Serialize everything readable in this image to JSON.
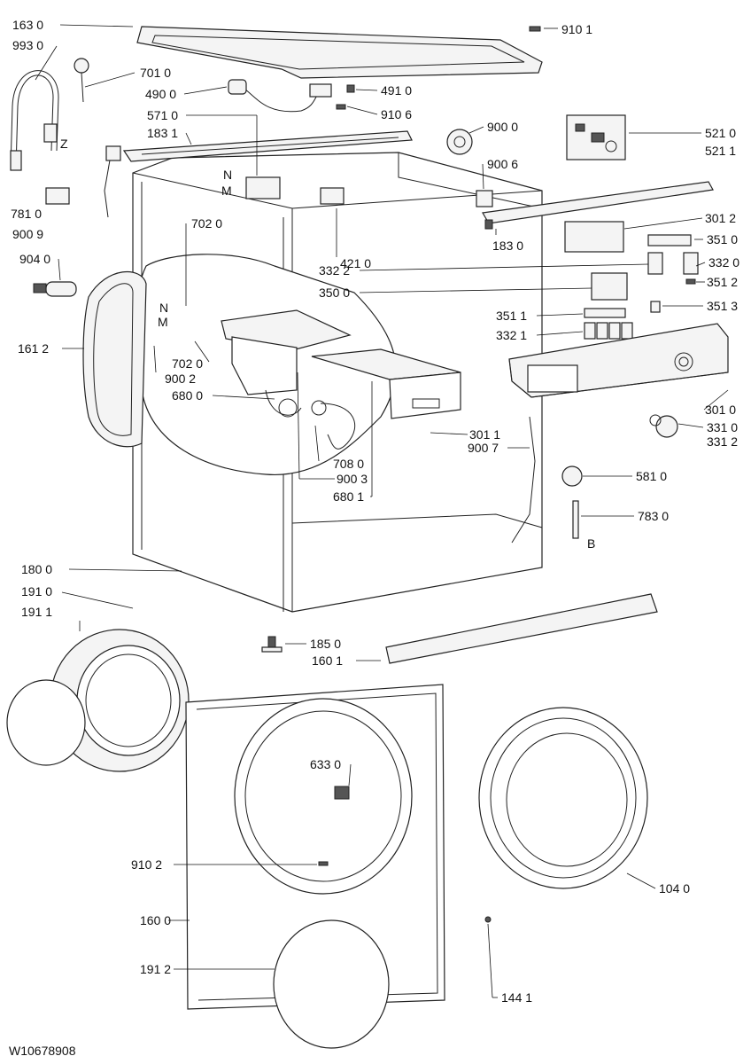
{
  "document": {
    "code": "W10678908"
  },
  "parts": [
    {
      "id": "163 0"
    },
    {
      "id": "993 0"
    },
    {
      "id": "701 0"
    },
    {
      "id": "490 0"
    },
    {
      "id": "491 0"
    },
    {
      "id": "910 1"
    },
    {
      "id": "571 0"
    },
    {
      "id": "910 6"
    },
    {
      "id": "183 1"
    },
    {
      "id": "900 0"
    },
    {
      "id": "521 0"
    },
    {
      "id": "521 1"
    },
    {
      "id": "Z"
    },
    {
      "id": "N"
    },
    {
      "id": "M"
    },
    {
      "id": "900 6"
    },
    {
      "id": "781 0"
    },
    {
      "id": "900 9"
    },
    {
      "id": "702 0"
    },
    {
      "id": "421 0"
    },
    {
      "id": "301 2"
    },
    {
      "id": "183 0"
    },
    {
      "id": "351 0"
    },
    {
      "id": "904 0"
    },
    {
      "id": "332 2"
    },
    {
      "id": "332 0"
    },
    {
      "id": "351 2"
    },
    {
      "id": "350 0"
    },
    {
      "id": "351 3"
    },
    {
      "id": "351 1"
    },
    {
      "id": "161 2"
    },
    {
      "id": "332 1"
    },
    {
      "id": "702 0"
    },
    {
      "id": "900 2"
    },
    {
      "id": "680 0"
    },
    {
      "id": "301 0"
    },
    {
      "id": "331 0"
    },
    {
      "id": "331 2"
    },
    {
      "id": "301 1"
    },
    {
      "id": "900 7"
    },
    {
      "id": "708 0"
    },
    {
      "id": "900 3"
    },
    {
      "id": "680 1"
    },
    {
      "id": "581 0"
    },
    {
      "id": "783 0"
    },
    {
      "id": "B"
    },
    {
      "id": "180 0"
    },
    {
      "id": "191 0"
    },
    {
      "id": "191 1"
    },
    {
      "id": "185 0"
    },
    {
      "id": "160 1"
    },
    {
      "id": "633 0"
    },
    {
      "id": "910 2"
    },
    {
      "id": "104 0"
    },
    {
      "id": "160 0"
    },
    {
      "id": "191 2"
    },
    {
      "id": "144 1"
    },
    {
      "id": "N"
    },
    {
      "id": "M"
    }
  ]
}
